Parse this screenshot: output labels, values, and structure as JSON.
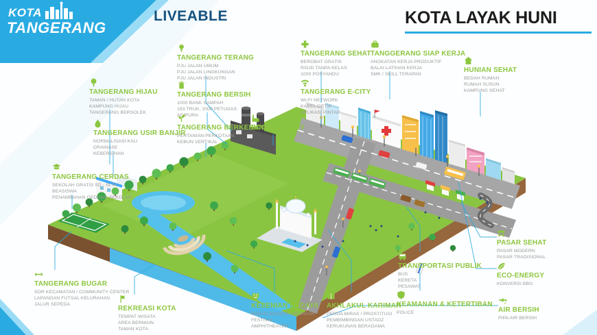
{
  "header": {
    "logo_line1": "KOTA",
    "logo_line2": "TANGERANG",
    "tagline": "LIVEABLE",
    "title": "KOTA LAYAK HUNI"
  },
  "colors": {
    "accent_blue": "#29ABE2",
    "light_blue": "#9ADCF6",
    "green": "#8DC63F",
    "text_gray": "#9A9A9A",
    "title_dark": "#1C1C1C",
    "tagline_blue": "#14517E",
    "grass_green": "#8AC541"
  },
  "callouts": [
    {
      "id": "tangerang-terang",
      "icon": "streetlight-icon",
      "title": "TANGERANG TERANG",
      "lines": [
        "PJU JALAN UMUM",
        "PJU JALAN LINGKUNGAN",
        "PJU JALAN INDUSTRI"
      ]
    },
    {
      "id": "tangerang-bersih",
      "icon": "trash-bin-icon",
      "title": "TANGERANG BERSIH",
      "lines": [
        "1000 BANK SAMPAH",
        "193 TRUK, 2000 PETUGAS",
        "ADIPURA"
      ]
    },
    {
      "id": "tangerang-berkebun",
      "icon": "sprout-icon",
      "title": "TANGERANG BERKEBUN",
      "lines": [
        "PERTANIAN PERKOTAAN",
        "KEBUN VERTIKAL"
      ]
    },
    {
      "id": "eco-industry",
      "icon": "factory-icon",
      "title": "ECO-INDUSTRY",
      "lines": []
    },
    {
      "id": "tangerang-sehat",
      "icon": "medical-cross-icon",
      "title": "TANGERANG SEHAT",
      "lines": [
        "BEROBAT GRATIS",
        "RSUD TANPA KELAS",
        "1000 POSYANDU"
      ]
    },
    {
      "id": "tangerang-e-city",
      "icon": "wifi-icon",
      "title": "TANGERANG E-CITY",
      "lines": [
        "WI-FI NETWORK",
        "KABEL OPTIK",
        "APLIKASI PINTAR"
      ]
    },
    {
      "id": "tanggerang-siap-kerja",
      "icon": "briefcase-icon",
      "title": "TANGGERANG SIAP KERJA",
      "lines": [
        "ANGKATAN KERJA PRODUKTIF",
        "BALAI LATIHAN KERJA",
        "SMK / SKILL TERAPAN"
      ]
    },
    {
      "id": "hunian-sehat",
      "icon": "house-icon",
      "title": "HUNIAN SEHAT",
      "lines": [
        "BEDAH RUMAH",
        "RUMAH SUSUN",
        "KAMPUNG SEHAT"
      ]
    },
    {
      "id": "tangerang-hijau",
      "icon": "tree-icon",
      "title": "TANGERANG HIJAU",
      "lines": [
        "TAMAN / HUTAN KOTA",
        "KAMPUNG HIJAU",
        "TANGERANG BERSOLEK"
      ]
    },
    {
      "id": "tangerang-usir-banjir",
      "icon": "water-drop-icon",
      "title": "TANGERANG USIR BANJIR",
      "lines": [
        "NORMALISASI KALI",
        "DRAINASE",
        "KEBERSIHAN"
      ]
    },
    {
      "id": "tangerang-cerdas",
      "icon": "graduation-cap-icon",
      "title": "TANGERANG CERDAS",
      "lines": [
        "SEKOLAH GRATIS SD - SLTA",
        "BEASISWA",
        "PENAMBAHAN GEDUNG SEKOLAH"
      ]
    },
    {
      "id": "tangerang-bugar",
      "icon": "fitness-icon",
      "title": "TANGERANG BUGAR",
      "lines": [
        "SOR KECAMATAN / COMMUNITY CENTER",
        "LAPANGAN FUTSAL KELURAHAN",
        "JALUR SEPEDA"
      ]
    },
    {
      "id": "rekreasi-kota",
      "icon": "recreation-flag-icon",
      "title": "REKREASI KOTA",
      "lines": [
        "TEMPAT WISATA",
        "AREA BERMAIN",
        "TAMAN KOTA"
      ]
    },
    {
      "id": "kesenian-budaya",
      "icon": "theater-mask-icon",
      "title": "KESENIAN BUDAYA",
      "lines": [
        "WISATA BUDAYA / SEJARAH",
        "FESTIVAL",
        "AMPHITHEATER"
      ]
    },
    {
      "id": "akhlakul-karimah",
      "icon": "prayer-book-icon",
      "title": "AKHLAKUL KARIMAH",
      "lines": [
        "PERDA MIRAS / PROSTITUSI",
        "PEMBIMBINGAN USTADZ",
        "KERUKUNAN BERAGAMA"
      ]
    },
    {
      "id": "keamanan-ketertiban",
      "icon": "shield-icon",
      "title": "KEAMANAN & KETERTIBAN",
      "lines": [
        "POLICE"
      ]
    },
    {
      "id": "transportasi-publik",
      "icon": "bus-icon",
      "title": "TRANSPORTASI PUBLIK",
      "lines": [
        "BUS",
        "KERETA",
        "PESAWAT"
      ]
    },
    {
      "id": "pasar-sehat",
      "icon": "market-stall-icon",
      "title": "PASAR SEHAT",
      "lines": [
        "PASAR MODERN",
        "PASAR TRADISIONAL"
      ]
    },
    {
      "id": "eco-energy",
      "icon": "energy-leaf-icon",
      "title": "ECO-ENERGY",
      "lines": [
        "KONVERSI BBG"
      ]
    },
    {
      "id": "air-bersih",
      "icon": "water-tap-icon",
      "title": "AIR BERSIH",
      "lines": [
        "PIPA AIR BERSIH"
      ]
    }
  ]
}
